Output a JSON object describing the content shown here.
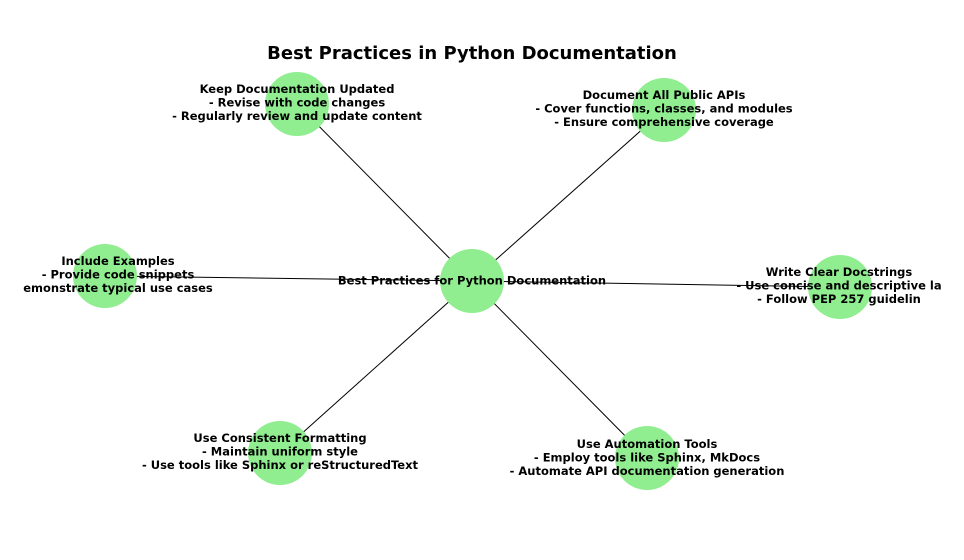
{
  "title": "Best Practices in Python Documentation",
  "colors": {
    "node_fill": "#90ee90",
    "edge": "#000000",
    "background": "#ffffff"
  },
  "center": {
    "id": "center",
    "lines": [
      "Best Practices for Python Documentation"
    ]
  },
  "nodes": [
    {
      "id": "keep-updated",
      "lines": [
        "Keep Documentation Updated",
        "- Revise with code changes",
        "- Regularly review and update content"
      ]
    },
    {
      "id": "public-apis",
      "lines": [
        "Document All Public APIs",
        "- Cover functions, classes, and modules",
        "- Ensure comprehensive coverage"
      ]
    },
    {
      "id": "examples",
      "lines": [
        "Include Examples",
        "- Provide code snippets",
        "emonstrate typical use cases"
      ]
    },
    {
      "id": "docstrings",
      "lines": [
        "Write Clear Docstrings",
        "- Use concise and descriptive la",
        "- Follow PEP 257 guidelin"
      ]
    },
    {
      "id": "formatting",
      "lines": [
        "Use Consistent Formatting",
        "- Maintain uniform style",
        "- Use tools like Sphinx or reStructuredText"
      ]
    },
    {
      "id": "automation",
      "lines": [
        "Use Automation Tools",
        "- Employ tools like Sphinx, MkDocs",
        "- Automate API documentation generation"
      ]
    }
  ]
}
